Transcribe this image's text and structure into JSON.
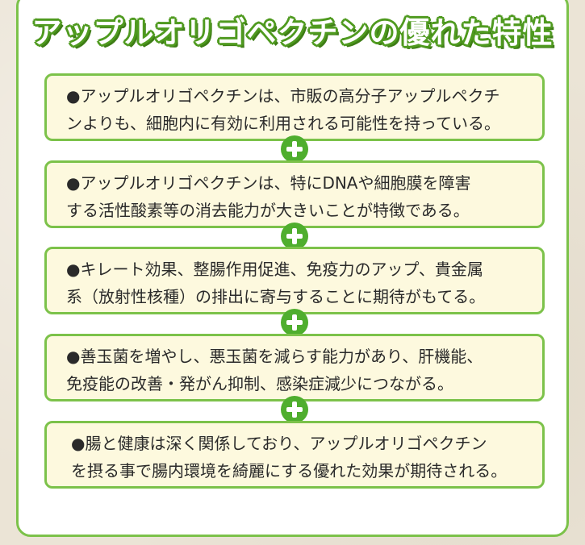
{
  "title": "アップルオリゴペクチンの優れた特性",
  "items": [
    {
      "line1": "●アップルオリゴペクチンは、市販の高分子アップルペクチ",
      "line2": "ンよりも、細胞内に有効に利用される可能性を持っている。"
    },
    {
      "line1": "●アップルオリゴペクチンは、特にDNAや細胞膜を障害",
      "line2": "する活性酸素等の消去能力が大きいことが特徴である。"
    },
    {
      "line1": "●キレート効果、整腸作用促進、免疫力のアップ、貴金属",
      "line2": "系（放射性核種）の排出に寄与することに期待がもてる。"
    },
    {
      "line1": "●善玉菌を増やし、悪玉菌を減らす能力があり、肝機能、",
      "line2": "免疫能の改善・発がん抑制、感染症減少につながる。"
    },
    {
      "line1": "●腸と健康は深く関係しており、アップルオリゴペクチン",
      "line2": "を摂る事で腸内環境を綺麗にする優れた効果が期待される。"
    }
  ],
  "colors": {
    "accent_green": "#7cc24a",
    "plus_green": "#4fae2e",
    "box_fill": "#fdf9de"
  },
  "icons": {
    "connector": "plus-icon"
  }
}
